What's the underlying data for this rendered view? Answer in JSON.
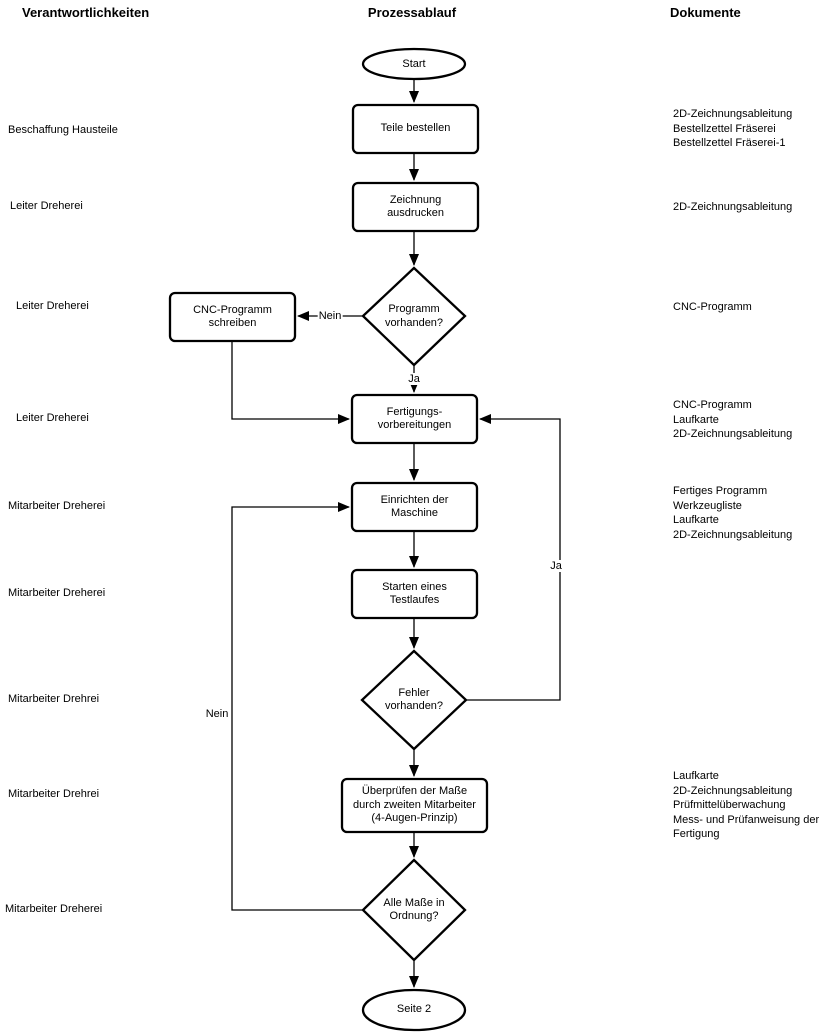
{
  "columns": {
    "left": "Verantwortlichkeiten",
    "center": "Prozessablauf",
    "right": "Dokumente"
  },
  "lanes": [
    "Beschaffung Hausteile",
    "Leiter Dreherei",
    "Leiter Dreherei",
    "Leiter Dreherei",
    "Mitarbeiter Dreherei",
    "Mitarbeiter Dreherei",
    "Mitarbeiter Drehrei",
    "Mitarbeiter Drehrei",
    "Mitarbeiter Dreherei"
  ],
  "nodes": {
    "start": "Start",
    "order_parts": "Teile bestellen",
    "print_drawing": "Zeichnung\nausdrucken",
    "program_available": "Programm\nvorhanden?",
    "write_cnc_program": "CNC-Programm\nschreiben",
    "production_preparation": "Fertigungs-\nvorbereitungen",
    "setup_machine": "Einrichten der\nMaschine",
    "start_test_run": "Starten eines\nTestlaufes",
    "errors_present": "Fehler\nvorhanden?",
    "check_dimensions": "Überprüfen der Maße\ndurch zweiten Mitarbeiter\n(4-Augen-Prinzip)",
    "dimensions_ok": "Alle Maße in\nOrdnung?",
    "page_2": "Seite 2"
  },
  "edges": {
    "program_no": "Nein",
    "program_yes": "Ja",
    "errors_yes": "Ja",
    "dimensions_no": "Nein"
  },
  "documents": {
    "groups": [
      {
        "items": [
          "2D-Zeichnungsableitung",
          "Bestellzettel Fräserei",
          "Bestellzettel Fräserei-1"
        ]
      },
      {
        "items": [
          "2D-Zeichnungsableitung"
        ]
      },
      {
        "items": [
          "CNC-Programm"
        ]
      },
      {
        "items": [
          "CNC-Programm",
          "Laufkarte",
          "2D-Zeichnungsableitung"
        ]
      },
      {
        "items": [
          "Fertiges Programm",
          "Werkzeugliste",
          "Laufkarte",
          "2D-Zeichnungsableitung"
        ]
      },
      {
        "items": [
          "Laufkarte",
          "2D-Zeichnungsableitung",
          "Prüfmittelüberwachung",
          "Mess- und Prüfanweisung der Fertigung"
        ]
      }
    ]
  },
  "colors": {
    "stroke": "#000000",
    "background": "#ffffff"
  }
}
